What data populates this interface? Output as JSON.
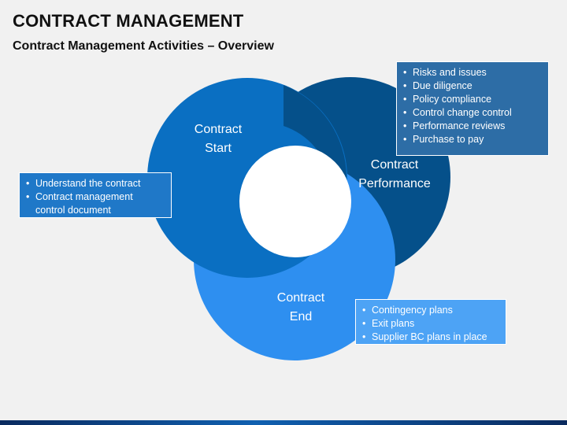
{
  "title": "CONTRACT MANAGEMENT",
  "subtitle": "Contract Management Activities – Overview",
  "colors": {
    "start": "#0a6fc2",
    "performance": "#05508a",
    "end": "#2e8ff0",
    "box_start": "#1f78c8",
    "box_performance": "#2d6da6",
    "box_end": "#4da3f5"
  },
  "circles": {
    "start": {
      "line1": "Contract",
      "line2": "Start"
    },
    "performance": {
      "line1": "Contract",
      "line2": "Performance"
    },
    "end": {
      "line1": "Contract",
      "line2": "End"
    }
  },
  "boxes": {
    "start": {
      "items": [
        "Understand the contract",
        "Contract management control document"
      ]
    },
    "performance": {
      "items": [
        "Risks and issues",
        "Due diligence",
        "Policy compliance",
        "Control change control",
        "Performance reviews",
        "Purchase to pay"
      ]
    },
    "end": {
      "items": [
        "Contingency plans",
        "Exit plans",
        "Supplier BC plans in place"
      ]
    }
  }
}
